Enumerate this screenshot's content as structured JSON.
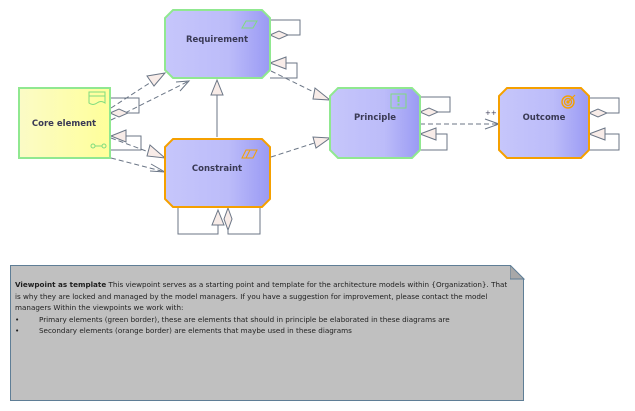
{
  "diagram": {
    "nodes": [
      {
        "id": "requirement",
        "label": "Requirement",
        "border": "green",
        "icon": "requirement-icon"
      },
      {
        "id": "core",
        "label": "Core element",
        "border": "green",
        "icon": "business-object-icon"
      },
      {
        "id": "constraint",
        "label": "Constraint",
        "border": "orange",
        "icon": "constraint-icon"
      },
      {
        "id": "principle",
        "label": "Principle",
        "border": "green",
        "icon": "principle-icon"
      },
      {
        "id": "outcome",
        "label": "Outcome",
        "border": "orange",
        "icon": "outcome-target-icon"
      }
    ],
    "edges": [
      {
        "from": "core",
        "to": "requirement",
        "type": "realization"
      },
      {
        "from": "core",
        "to": "requirement",
        "type": "influence"
      },
      {
        "from": "core",
        "to": "constraint",
        "type": "realization"
      },
      {
        "from": "core",
        "to": "constraint",
        "type": "influence"
      },
      {
        "from": "constraint",
        "to": "requirement",
        "type": "specialization"
      },
      {
        "from": "requirement",
        "to": "principle",
        "type": "realization"
      },
      {
        "from": "constraint",
        "to": "principle",
        "type": "realization"
      },
      {
        "from": "principle",
        "to": "outcome",
        "type": "influence",
        "label": "++"
      }
    ],
    "colors": {
      "green_border": "#90e890",
      "orange_border": "#f5a000",
      "node_fill_start": "#c4c4fa",
      "node_fill_end": "#9c9cf5",
      "core_fill_start": "#fbfbc0",
      "core_fill_end": "#ffff99",
      "connector": "#6b7686",
      "arrowhead_fill": "#f8ece8"
    }
  },
  "note": {
    "title": "Viewpoint as template",
    "intro": " This viewpoint serves as a starting point and template for the architecture models within {Organization}. That is why they are locked and managed by the model managers. If you have a suggestion for improvement, please contact the model managers Within the viewpoints we work with:",
    "bullet_symbol": "•",
    "bullets": [
      "Primary elements (green border), these are elements that should in principle be elaborated in these diagrams  are",
      "Secondary elements (orange border) are elements that maybe used in these diagrams"
    ],
    "fill": "#c0c0c0"
  }
}
